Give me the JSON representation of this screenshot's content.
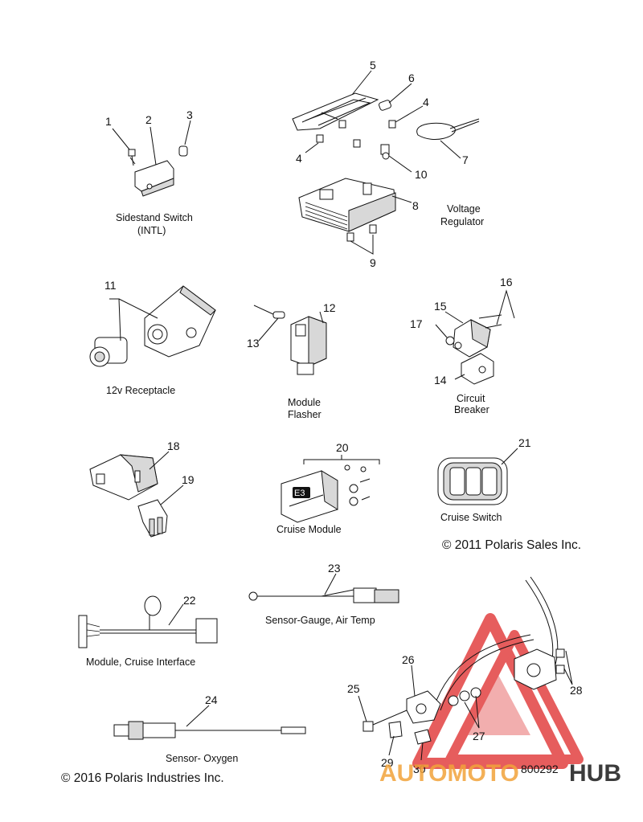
{
  "callouts": {
    "n1": "1",
    "n2": "2",
    "n3": "3",
    "n4a": "4",
    "n4b": "4",
    "n5": "5",
    "n6": "6",
    "n7": "7",
    "n8": "8",
    "n9": "9",
    "n10": "10",
    "n11": "11",
    "n12": "12",
    "n13": "13",
    "n14": "14",
    "n15": "15",
    "n16": "16",
    "n17": "17",
    "n18": "18",
    "n19": "19",
    "n20": "20",
    "n21": "21",
    "n22": "22",
    "n23": "23",
    "n24": "24",
    "n25": "25",
    "n26": "26",
    "n27": "27",
    "n28": "28",
    "n29": "29",
    "n30": "30"
  },
  "captions": {
    "sidestand_l1": "Sidestand Switch",
    "sidestand_l2": "(INTL)",
    "voltage_l1": "Voltage",
    "voltage_l2": "Regulator",
    "receptacle": "12v Receptacle",
    "flasher_l1": "Module",
    "flasher_l2": "Flasher",
    "breaker_l1": "Circuit",
    "breaker_l2": "Breaker",
    "cruise_module": "Cruise Module",
    "cruise_switch": "Cruise Switch",
    "air_temp": "Sensor-Gauge, Air Temp",
    "cruise_interface": "Module, Cruise Interface",
    "oxygen": "Sensor- Oxygen"
  },
  "copyright_2011": "© 2011 Polaris Sales Inc.",
  "copyright_2016": "© 2016 Polaris Industries Inc.",
  "diagram_code": "800292",
  "watermark": {
    "word_1": "AUTOMOTO",
    "word_2": "HUB",
    "color_1": "#f2a33a",
    "color_2": "#1a1a1a",
    "triangle_color": "#e03030"
  }
}
